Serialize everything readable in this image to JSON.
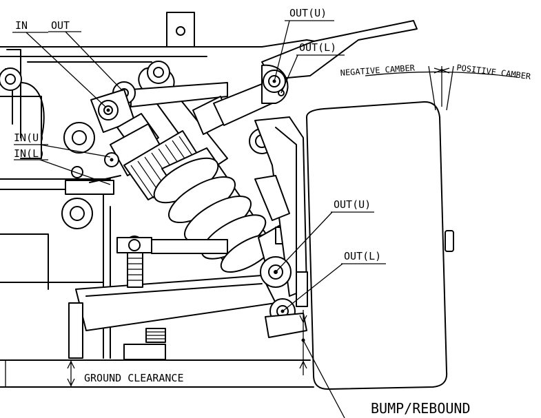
{
  "labels": {
    "in": "IN",
    "out": "OUT",
    "in_upper": "IN(U)",
    "in_lower": "IN(L)",
    "out_upper_top": "OUT(U)",
    "out_lower_top": "OUT(L)",
    "out_upper_bottom": "OUT(U)",
    "out_lower_bottom": "OUT(L)",
    "negative_camber": "NEGATIVE CAMBER",
    "positive_camber": "POSITIVE CAMBER",
    "ground_clearance": "GROUND CLEARANCE",
    "bump_rebound": "BUMP/REBOUND"
  }
}
